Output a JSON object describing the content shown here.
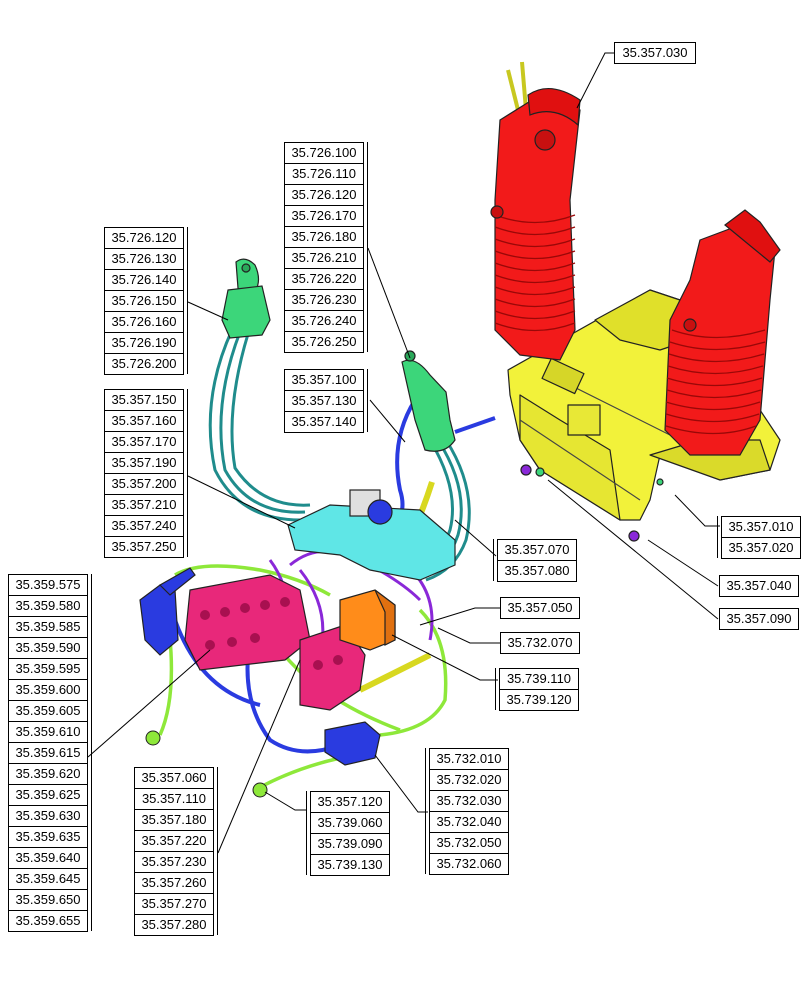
{
  "colors": {
    "seat_frame": "#f2f23a",
    "joystick_boot": "#f21a1a",
    "controller_handle": "#3cd67a",
    "manifold_block": "#5fe6e6",
    "valve_bank": "#e8287a",
    "valve_body": "#ff8c1a",
    "hose_blue": "#2a3be0",
    "hose_green": "#8ee83a",
    "hose_purple": "#8a28d8",
    "hose_teal": "#1f8c8c"
  },
  "groups": {
    "g1": [
      "35.357.030"
    ],
    "g2": [
      "35.726.100",
      "35.726.110",
      "35.726.120",
      "35.726.170",
      "35.726.180",
      "35.726.210",
      "35.726.220",
      "35.726.230",
      "35.726.240",
      "35.726.250"
    ],
    "g3": [
      "35.726.120",
      "35.726.130",
      "35.726.140",
      "35.726.150",
      "35.726.160",
      "35.726.190",
      "35.726.200"
    ],
    "g4": [
      "35.357.100",
      "35.357.130",
      "35.357.140"
    ],
    "g5": [
      "35.357.150",
      "35.357.160",
      "35.357.170",
      "35.357.190",
      "35.357.200",
      "35.357.210",
      "35.357.240",
      "35.357.250"
    ],
    "g6": [
      "35.357.010",
      "35.357.020"
    ],
    "g7": [
      "35.357.070",
      "35.357.080"
    ],
    "g8": [
      "35.357.040"
    ],
    "g9": [
      "35.357.090"
    ],
    "g10": [
      "35.357.050"
    ],
    "g11": [
      "35.732.070"
    ],
    "g12": [
      "35.739.110",
      "35.739.120"
    ],
    "g13": [
      "35.359.575",
      "35.359.580",
      "35.359.585",
      "35.359.590",
      "35.359.595",
      "35.359.600",
      "35.359.605",
      "35.359.610",
      "35.359.615",
      "35.359.620",
      "35.359.625",
      "35.359.630",
      "35.359.635",
      "35.359.640",
      "35.359.645",
      "35.359.650",
      "35.359.655"
    ],
    "g14": [
      "35.357.060",
      "35.357.110",
      "35.357.180",
      "35.357.220",
      "35.357.230",
      "35.357.260",
      "35.357.270",
      "35.357.280"
    ],
    "g15": [
      "35.357.120",
      "35.739.060",
      "35.739.090",
      "35.739.130"
    ],
    "g16": [
      "35.732.010",
      "35.732.020",
      "35.732.030",
      "35.732.040",
      "35.732.050",
      "35.732.060"
    ]
  }
}
